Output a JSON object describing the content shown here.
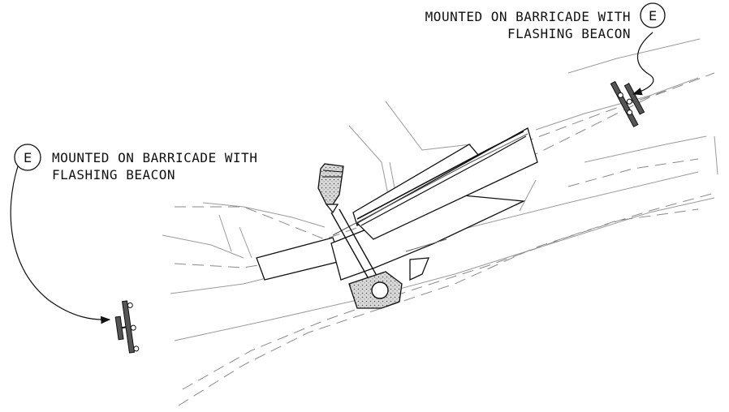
{
  "callout_right": {
    "line1": "MOUNTED ON BARRICADE WITH",
    "line2": "FLASHING BEACON",
    "bubble": "E"
  },
  "callout_left": {
    "line1": "MOUNTED ON BARRICADE WITH",
    "line2": "FLASHING BEACON",
    "bubble": "E"
  },
  "colors": {
    "ink": "#111111",
    "survey_lines": "#9a9a9a",
    "barricade": "#555555"
  }
}
